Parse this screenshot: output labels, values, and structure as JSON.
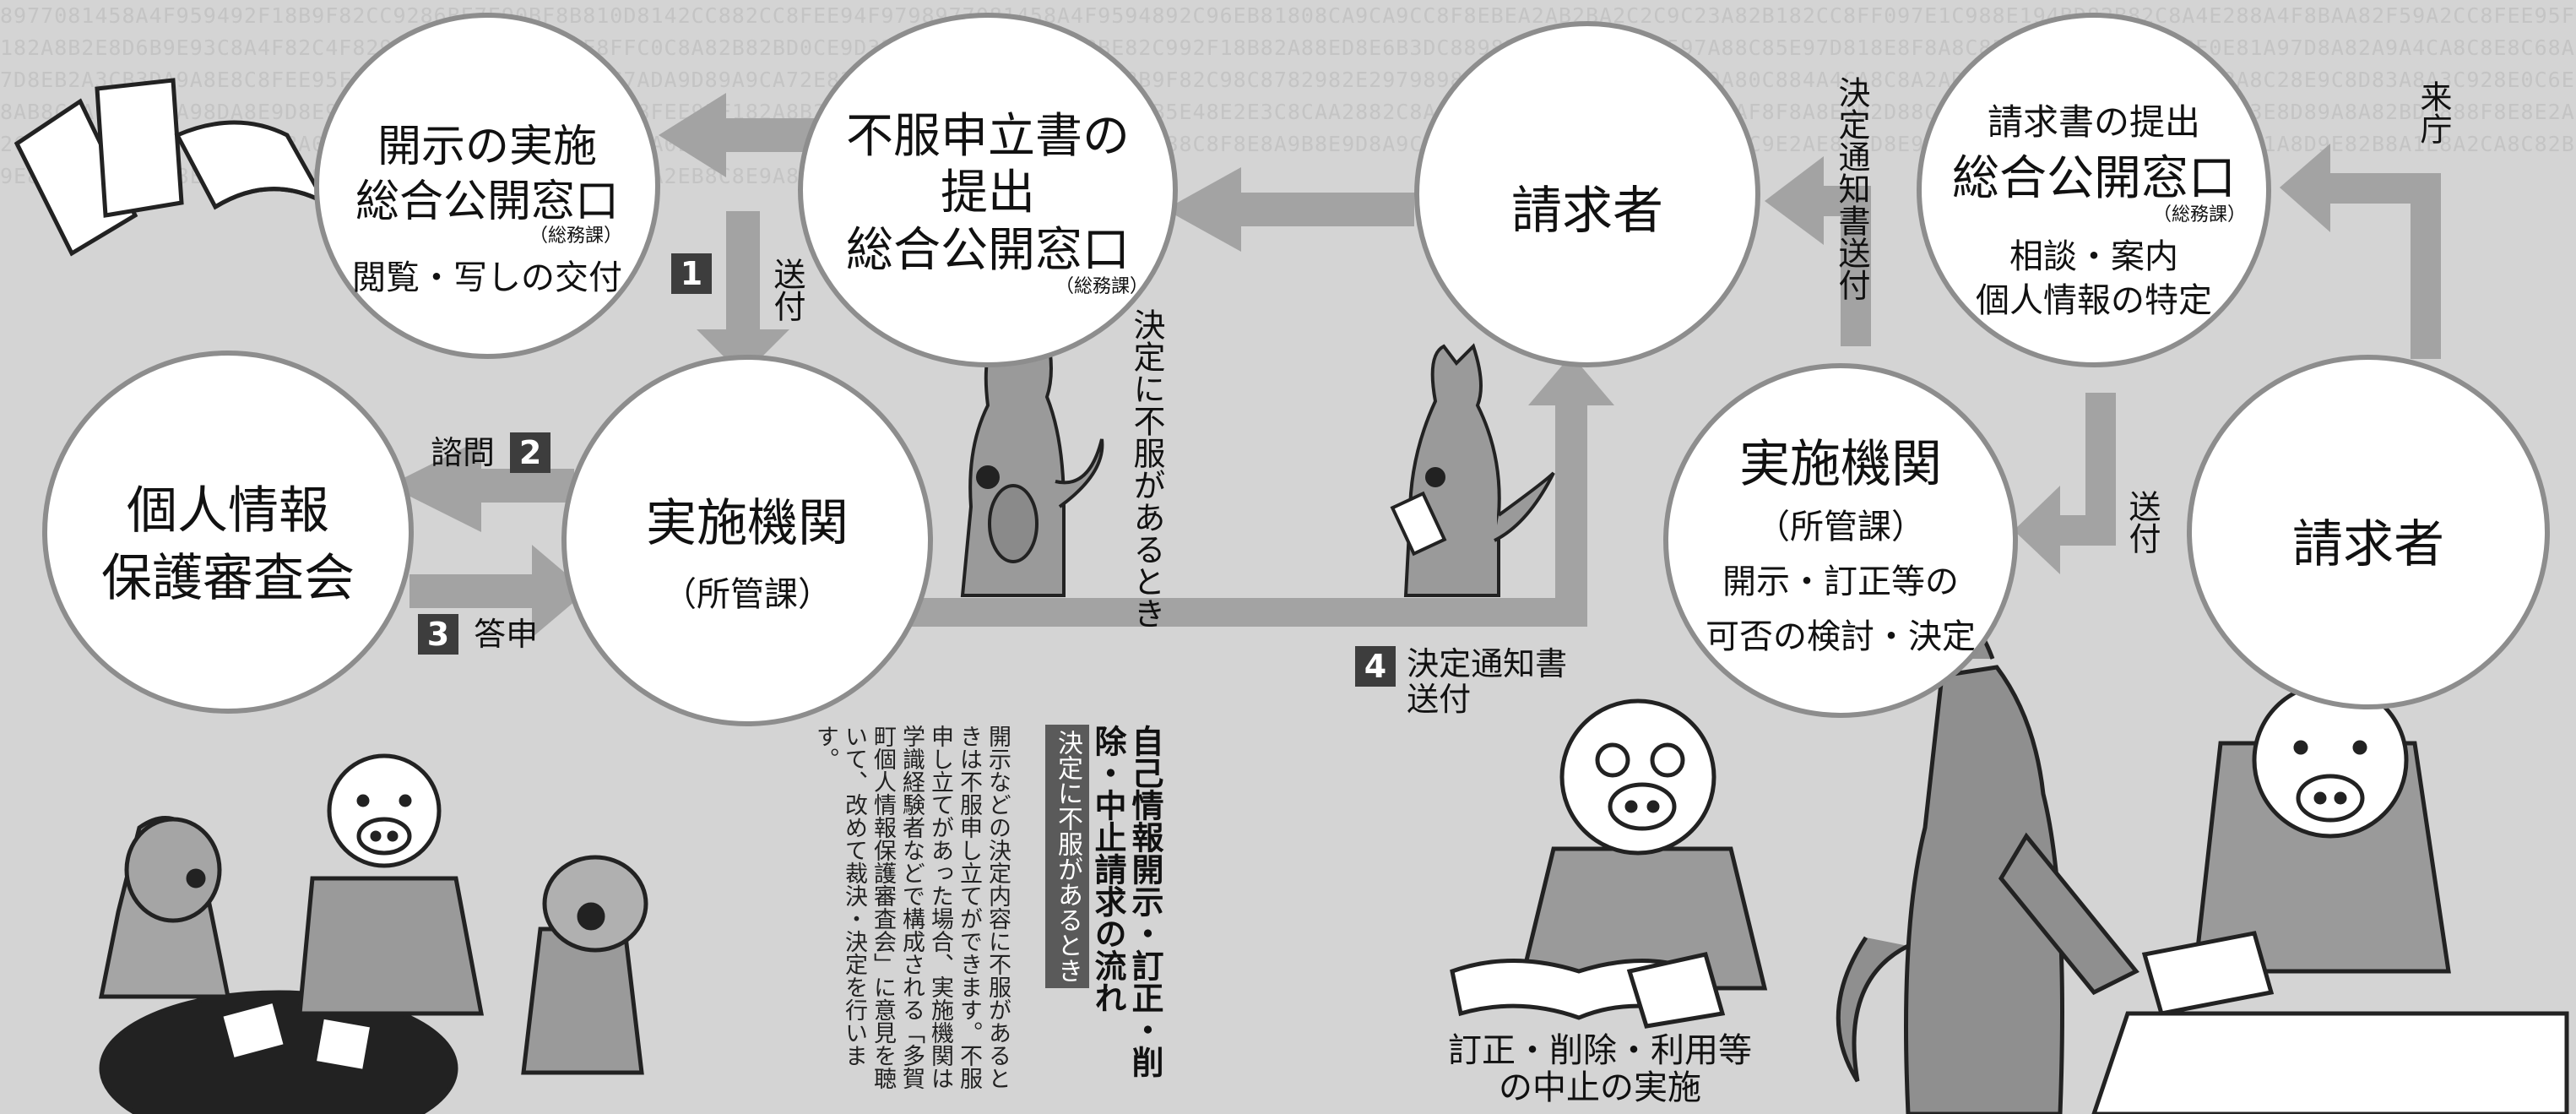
{
  "background_text": "8977081458A4F959492F18B9F82CC9286BE7E90BF8B810D8142CC882CC8FEE94F9798977081458A4F9594892C96EB81808CA9CA9CC8F8EBEA2AB2BA2C2C9C23A82B182CC8FF097E1C988E194BD82B82C8A4E288A4F8BAA82F59A2CC8FEE95F182A8B2E8D6B9E93C8A4F82C4F8297988EBF80F81A9E8FFC0C8A82B82BD0CE9D32EB2C8F9C0C92F18BE82C992F18B82A88ED8E6B3DC88982E2EBEF97828597A88C85E97D818E8F8A8C8E2A93A2BE288898E0E81A97D8A82A9A4CA8C8E8C68A7D8EB2A3CB3DA9A8E8C8FEE95F182A8B2C8A8D9A89C82C7ADA9D89A9CA72E82B3C382A2AB8E9C8A92F18B9F82C98C8782982E2979898FF8D8897082A4B2C8E9A80C884A4CA8C8A2AD38D2978BBB8A2C88E8A8A8C28E9C8D83A8A3C928E0C6E8AB8C8A9BB8ACA98DA8E9D8E9C98BA8E2D8E28E9CC882CC8FEE95F182A8B2C0A8A8A18E68BE7B8988F8B5B5E48E2E3C8CAA2882C8A1DE3D5C8B38FA89A2C8EB8AF8F8A8E9B2D88C8E5A99C5E8B8D8D2EA8CA8C3E8D89A8A82BD1888F8E8E2A2C9F8E7A9E2A3A9EA4D3D8A0B8A8C9B49A8C2A8E1D8B8D98A0E8C9E88E8C82C9C8A0A8EAD8EA9E9EA8E9EA88C8F8E8A9B8E9D8A9C8A8B5B2E3A8C8E9A882C7A89C9E2AE8E2D8E9BA8E9A3D8C8A9B9E28A8F2C8E1A8D9E82B8A1E8A2CA8C82B9E8C5A8E9CC2B8E2A8F8E8A9EB8A28E8C8A3A88DA8C9E8E9A2EB8C8E9A82E28D99E8EA8B8D8C9E8A2B",
  "diagram": {
    "title": "自己情報開示・訂正・削除・中止請求の流れ",
    "boxed_heading": "決定に不服があるとき",
    "explanation": "開示などの決定内容に不服があるときは不服申し立てができます。不服申し立てがあった場合、実施機関は学識経験者などで構成される「多賀町個人情報保護審査会」に意見を聴いて、改めて裁決・決定を行います。"
  },
  "nodes": {
    "disclosure": {
      "line1": "開示の実施",
      "line2": "総合公開窓口",
      "dept": "（総務課）",
      "line3": "閲覧・写しの交付"
    },
    "objection": {
      "line1": "不服申立書の",
      "line2": "提出",
      "line3": "総合公開窓口",
      "dept": "（総務課）"
    },
    "requester_mid": {
      "label": "請求者"
    },
    "request_submit": {
      "line1": "請求書の提出",
      "line2": "総合公開窓口",
      "dept": "（総務課）",
      "line3": "相談・案内",
      "line4": "個人情報の特定"
    },
    "council": {
      "line1": "個人情報",
      "line2": "保護審査会"
    },
    "agency_left": {
      "line1": "実施機関",
      "line2": "（所管課）"
    },
    "agency_right": {
      "line1": "実施機関",
      "line2": "（所管課）",
      "line3": "開示・訂正等の",
      "line4": "可否の検討・決定"
    },
    "requester_right": {
      "label": "請求者"
    }
  },
  "edges": {
    "step1": {
      "num": "1",
      "label": "送付"
    },
    "step2": {
      "num": "2",
      "label": "諮問"
    },
    "step3": {
      "num": "3",
      "label": "答申"
    },
    "step4": {
      "num": "4",
      "line1": "決定通知書",
      "line2": "送付"
    },
    "objection_when": "決定に不服があるとき",
    "notice_send": "決定通知書送付",
    "send_right": "送付",
    "visit": "来庁"
  },
  "captions": {
    "cessation_1": "訂正・削除・利用等",
    "cessation_2": "の中止の実施"
  },
  "colors": {
    "background": "#d4d4d4",
    "arrow": "#a3a3a3",
    "circle_border": "#8d8d8d",
    "badge": "#3d3d3d"
  }
}
